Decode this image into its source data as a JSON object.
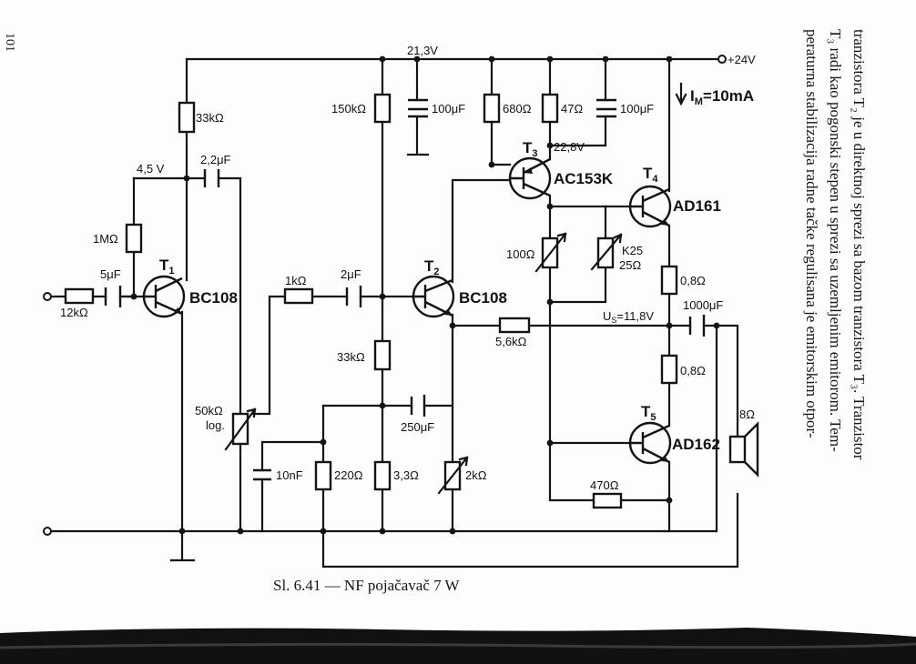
{
  "page_number": "101",
  "caption": "Sl. 6.41 — NF pojačavač 7 W",
  "side_text": {
    "line1": "tranzistora T₂ je u direktnoj sprezi sa bazom tranzistora T₃. Tranzistor",
    "line2": "T₃ radi kao pogonski stepen u sprezi sa uzemljenim emitorom. Tem-",
    "line3": "peraturna stabilizacija radne tačke regulisana je emitorskim otpor-"
  },
  "schematic": {
    "voltages": {
      "rail": "21,3V",
      "supply": "+24V",
      "t1_collector": "4,5 V",
      "t3_emitter": "22,8V",
      "output_mid": "U",
      "output_mid_sub": "S",
      "output_mid_val": "=11,8V",
      "current": "I",
      "current_sub": "M",
      "current_val": "=10mA"
    },
    "transistors": {
      "t1": {
        "name": "T",
        "sub": "1",
        "type": "BC108"
      },
      "t2": {
        "name": "T",
        "sub": "2",
        "type": "BC108"
      },
      "t3": {
        "name": "T",
        "sub": "3",
        "type": "AC153K"
      },
      "t4": {
        "name": "T",
        "sub": "4",
        "type": "AD161"
      },
      "t5": {
        "name": "T",
        "sub": "5",
        "type": "AD162"
      }
    },
    "components": {
      "r_33k_t1": "33kΩ",
      "c_2u2": "2,2μF",
      "r_1m": "1MΩ",
      "c_5u": "5μF",
      "r_12k": "12kΩ",
      "pot_50k": "50kΩ",
      "pot_log": "log.",
      "r_1k": "1kΩ",
      "c_2u": "2μF",
      "r_150k": "150kΩ",
      "c_100u_a": "100μF",
      "r_33k_t2": "33kΩ",
      "c_250u": "250μF",
      "c_10n": "10nF",
      "r_220": "220Ω",
      "r_3r3": "3,3Ω",
      "pot_2k": "2kΩ",
      "r_680": "680Ω",
      "r_47": "47Ω",
      "c_100u_b": "100μF",
      "r_100": "100Ω",
      "k25": "K25",
      "k25_val": "25Ω",
      "r_5k6": "5,6kΩ",
      "r_0r8_top": "0,8Ω",
      "r_0r8_bot": "0,8Ω",
      "c_1000u": "1000μF",
      "r_470": "470Ω",
      "speaker": "8Ω"
    }
  }
}
